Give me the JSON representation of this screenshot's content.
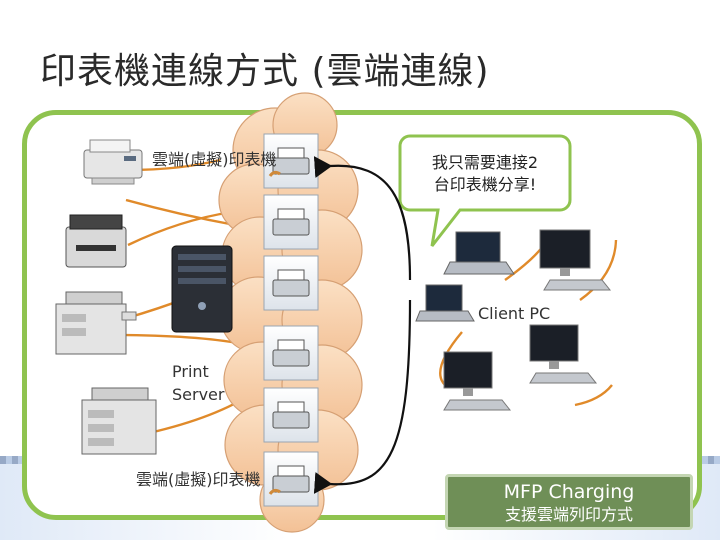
{
  "slide": {
    "title": "印表機連線方式 (雲端連線)"
  },
  "labels": {
    "virtual_printer_top": "雲端(虛擬)印表機",
    "virtual_printer_bottom": "雲端(虛擬)印表機",
    "print_server": "Print\nServer",
    "client_pc": "Client PC",
    "callout": "我只需要連接2\n台印表機分享!"
  },
  "badge": {
    "line1": "MFP Charging",
    "line2": "支援雲端列印方式"
  },
  "colors": {
    "frame": "#8fc34f",
    "connector": "#e08a2a",
    "badge": "#6f8f57",
    "callout_border": "#8fc34f"
  }
}
